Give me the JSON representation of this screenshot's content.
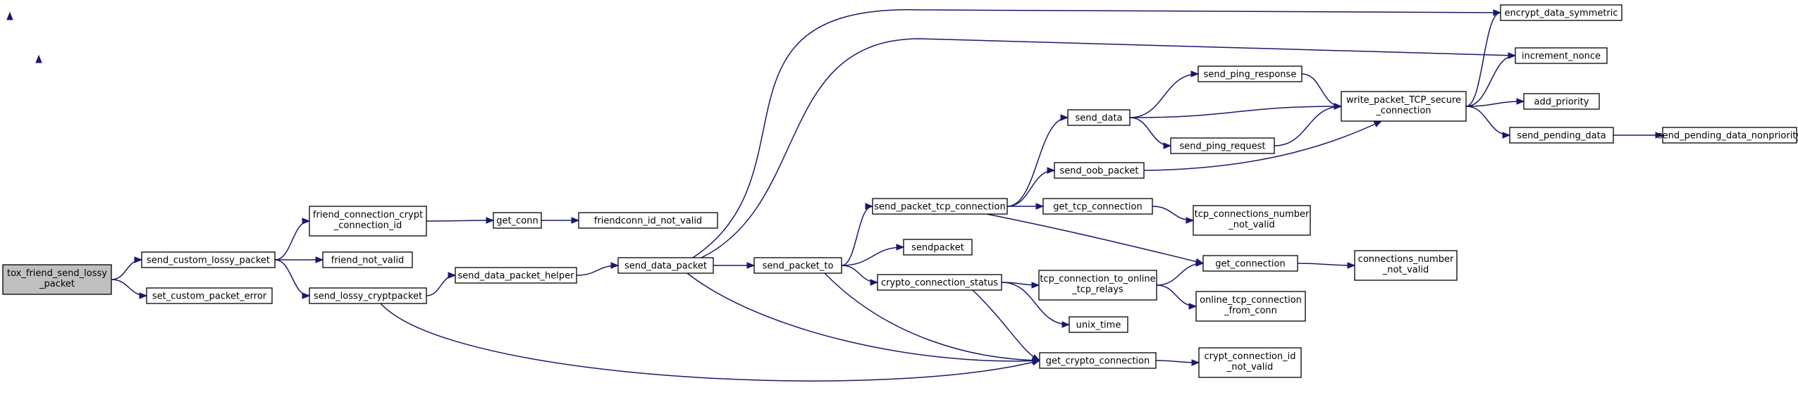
{
  "nodes": {
    "n0": {
      "lines": [
        "tox_friend_send_lossy",
        "_packet"
      ]
    },
    "n1": {
      "lines": [
        "send_custom_lossy_packet"
      ]
    },
    "n2": {
      "lines": [
        "set_custom_packet_error"
      ]
    },
    "n3": {
      "lines": [
        "friend_connection_crypt",
        "_connection_id"
      ]
    },
    "n4": {
      "lines": [
        "friend_not_valid"
      ]
    },
    "n5": {
      "lines": [
        "send_lossy_cryptpacket"
      ]
    },
    "n6": {
      "lines": [
        "get_conn"
      ]
    },
    "n7": {
      "lines": [
        "friendconn_id_not_valid"
      ]
    },
    "n8": {
      "lines": [
        "send_data_packet_helper"
      ]
    },
    "n9": {
      "lines": [
        "send_data_packet"
      ]
    },
    "n10": {
      "lines": [
        "send_packet_to"
      ]
    },
    "n11": {
      "lines": [
        "send_packet_tcp_connection"
      ]
    },
    "n12": {
      "lines": [
        "sendpacket"
      ]
    },
    "n13": {
      "lines": [
        "crypto_connection_status"
      ]
    },
    "n14": {
      "lines": [
        "send_data"
      ]
    },
    "n15": {
      "lines": [
        "send_oob_packet"
      ]
    },
    "n16": {
      "lines": [
        "get_tcp_connection"
      ]
    },
    "n17": {
      "lines": [
        "tcp_connection_to_online",
        "_tcp_relays"
      ]
    },
    "n18": {
      "lines": [
        "unix_time"
      ]
    },
    "n19": {
      "lines": [
        "get_crypto_connection"
      ]
    },
    "n20": {
      "lines": [
        "send_ping_response"
      ]
    },
    "n21": {
      "lines": [
        "send_ping_request"
      ]
    },
    "n22": {
      "lines": [
        "tcp_connections_number",
        "_not_valid"
      ]
    },
    "n23": {
      "lines": [
        "get_connection"
      ]
    },
    "n24": {
      "lines": [
        "online_tcp_connection",
        "_from_conn"
      ]
    },
    "n25": {
      "lines": [
        "crypt_connection_id",
        "_not_valid"
      ]
    },
    "n26": {
      "lines": [
        "write_packet_TCP_secure",
        "_connection"
      ]
    },
    "n27": {
      "lines": [
        "connections_number",
        "_not_valid"
      ]
    },
    "n28": {
      "lines": [
        "encrypt_data_symmetric"
      ]
    },
    "n29": {
      "lines": [
        "increment_nonce"
      ]
    },
    "n30": {
      "lines": [
        "add_priority"
      ]
    },
    "n31": {
      "lines": [
        "send_pending_data"
      ]
    },
    "n32": {
      "lines": [
        "send_pending_data_nonpriority"
      ]
    }
  },
  "edges": [
    [
      "n0",
      "n1"
    ],
    [
      "n0",
      "n2"
    ],
    [
      "n1",
      "n3"
    ],
    [
      "n1",
      "n4"
    ],
    [
      "n1",
      "n5"
    ],
    [
      "n3",
      "n6"
    ],
    [
      "n6",
      "n7"
    ],
    [
      "n5",
      "n8"
    ],
    [
      "n5",
      "n19"
    ],
    [
      "n8",
      "n9"
    ],
    [
      "n9",
      "n28"
    ],
    [
      "n9",
      "n29"
    ],
    [
      "n9",
      "n10"
    ],
    [
      "n9",
      "n19"
    ],
    [
      "n10",
      "n11"
    ],
    [
      "n10",
      "n12"
    ],
    [
      "n10",
      "n13"
    ],
    [
      "n10",
      "n19"
    ],
    [
      "n11",
      "n14"
    ],
    [
      "n11",
      "n15"
    ],
    [
      "n11",
      "n16"
    ],
    [
      "n11",
      "n23"
    ],
    [
      "n13",
      "n17"
    ],
    [
      "n13",
      "n18"
    ],
    [
      "n13",
      "n19"
    ],
    [
      "n14",
      "n20"
    ],
    [
      "n14",
      "n26"
    ],
    [
      "n14",
      "n21"
    ],
    [
      "n15",
      "n26"
    ],
    [
      "n16",
      "n22"
    ],
    [
      "n17",
      "n23"
    ],
    [
      "n17",
      "n24"
    ],
    [
      "n19",
      "n25"
    ],
    [
      "n20",
      "n26"
    ],
    [
      "n21",
      "n26"
    ],
    [
      "n23",
      "n27"
    ],
    [
      "n26",
      "n28"
    ],
    [
      "n26",
      "n29"
    ],
    [
      "n26",
      "n30"
    ],
    [
      "n26",
      "n31"
    ],
    [
      "n31",
      "n32"
    ]
  ]
}
